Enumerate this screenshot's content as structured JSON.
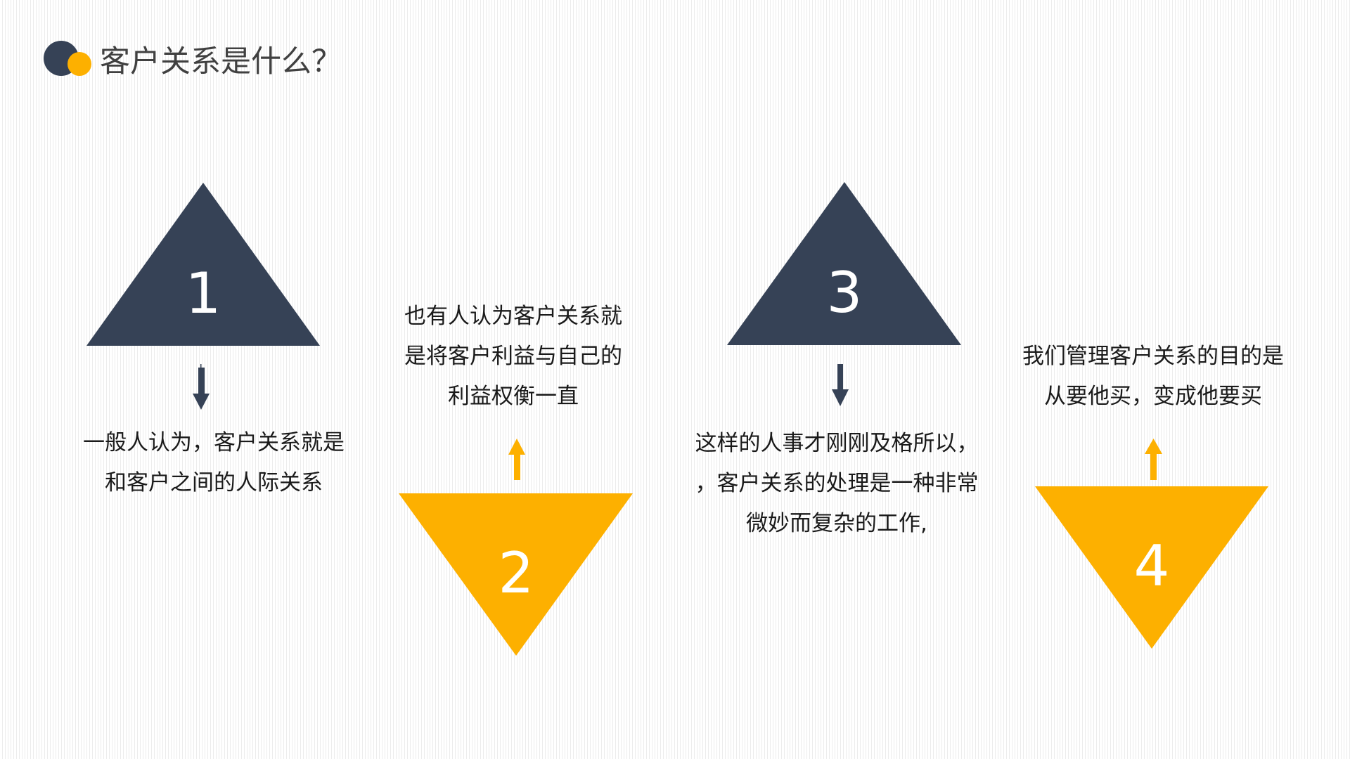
{
  "header": {
    "title": "客户关系是什么？",
    "logo_icon": "two-circles-logo-icon",
    "colors": {
      "dark": "#364256",
      "accent": "#fdb000"
    }
  },
  "steps": [
    {
      "number": "1",
      "shape": "triangle-up",
      "color": "#364256",
      "arrow": "arrow-down",
      "lines": [
        "一般人认为，客户关系就是",
        "和客户之间的人际关系"
      ]
    },
    {
      "number": "2",
      "shape": "triangle-down",
      "color": "#fdb000",
      "arrow": "arrow-up",
      "lines": [
        "也有人认为客户关系就",
        "是将客户利益与自己的",
        "利益权衡一直"
      ]
    },
    {
      "number": "3",
      "shape": "triangle-up",
      "color": "#364256",
      "arrow": "arrow-down",
      "lines": [
        "这样的人事才刚刚及格所以，",
        "，客户关系的处理是一种非常",
        "微妙而复杂的工作,"
      ]
    },
    {
      "number": "4",
      "shape": "triangle-down",
      "color": "#fdb000",
      "arrow": "arrow-up",
      "lines": [
        "我们管理客户关系的目的是",
        "从要他买，变成他要买"
      ]
    }
  ]
}
